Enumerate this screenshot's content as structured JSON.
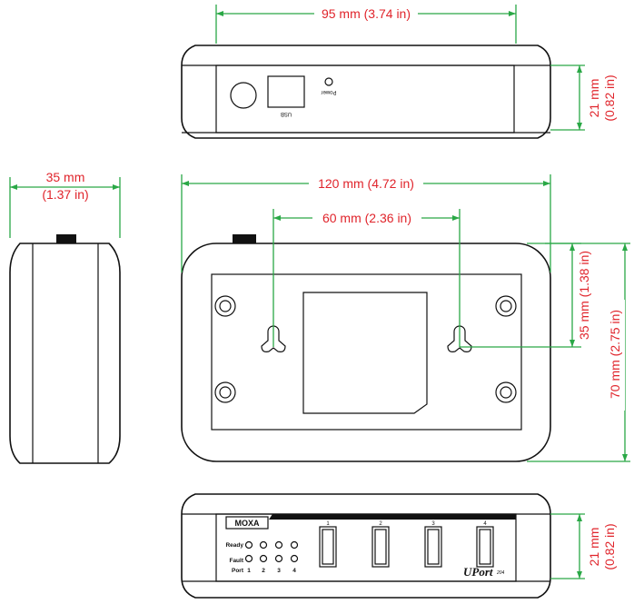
{
  "dimensions": {
    "top_width": "95 mm (3.74 in)",
    "top_height_mm": "21 mm",
    "top_height_in": "(0.82 in)",
    "side_width_mm": "35 mm",
    "side_width_in": "(1.37 in)",
    "main_width": "120 mm (4.72 in)",
    "hole_spacing": "60 mm (2.36 in)",
    "hole_offset": "35 mm (1.38 in)",
    "main_height": "70 mm (2.75 in)",
    "front_height_mm": "21 mm",
    "front_height_in": "(0.82 in)"
  },
  "labels": {
    "usb": "USB",
    "power": "Power",
    "brand": "MOXA",
    "ready": "Ready",
    "fault": "Fault",
    "port": "Port",
    "port_numbers": [
      "1",
      "2",
      "3",
      "4"
    ],
    "product": "UPort",
    "model": "204"
  },
  "colors": {
    "dimension_line": "#2aa846",
    "dimension_text": "#e0242b",
    "outline": "#111111"
  }
}
